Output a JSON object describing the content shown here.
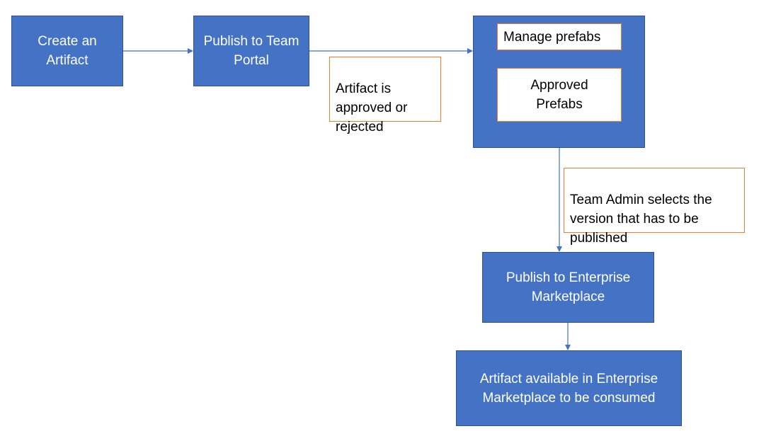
{
  "diagram": {
    "create_artifact": "Create an\nArtifact",
    "publish_team_portal": "Publish to Team\nPortal",
    "note_approved": "Artifact is\napproved or\nrejected",
    "manage_prefabs": "Manage prefabs",
    "approved_prefabs": "Approved\nPrefabs",
    "note_team_admin": "Team Admin selects the\nversion that has to be\npublished",
    "publish_enterprise": "Publish to Enterprise\nMarketplace",
    "artifact_available": "Artifact available in Enterprise\nMarketplace to be consumed"
  },
  "colors": {
    "box_fill": "#4472c4",
    "box_border": "#2f528f",
    "note_border": "#ed7d31",
    "connector": "#4472c4"
  }
}
